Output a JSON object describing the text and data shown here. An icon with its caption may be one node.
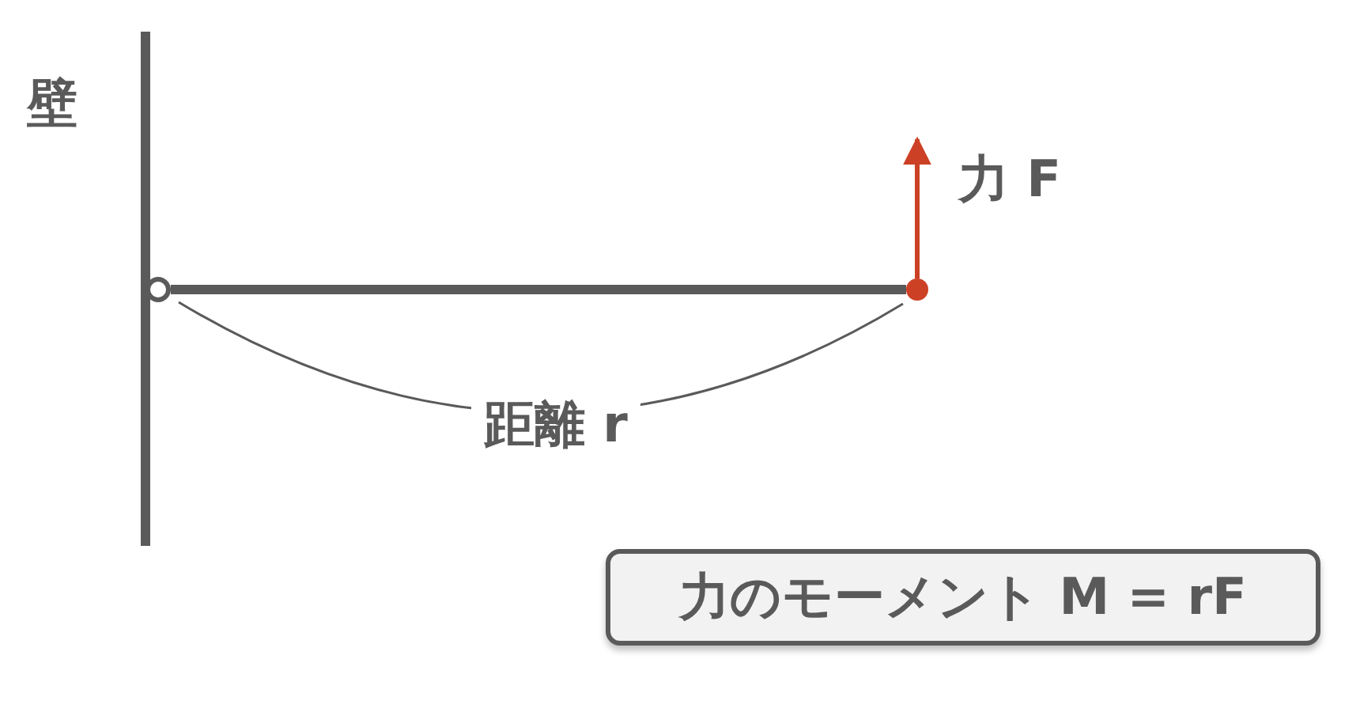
{
  "diagram": {
    "nodes": [
      {
        "text": [],
        "shape": "bar",
        "beside": [
          "壁"
        ]
      },
      {
        "text": [],
        "shape": "circle"
      },
      {
        "text": [],
        "shape": "circle"
      },
      {
        "text": [
          "力のモーメント M = rF"
        ]
      }
    ],
    "edges": [
      {
        "from": 1,
        "to": 2,
        "arrow": "none",
        "style": "thick"
      },
      {
        "from": 1,
        "to": 2,
        "arrow": "none",
        "label": "距離 r"
      },
      {
        "from": 2,
        "to": null,
        "arrow": "to",
        "label": "力 F",
        "color": "#cc4125"
      }
    ]
  }
}
